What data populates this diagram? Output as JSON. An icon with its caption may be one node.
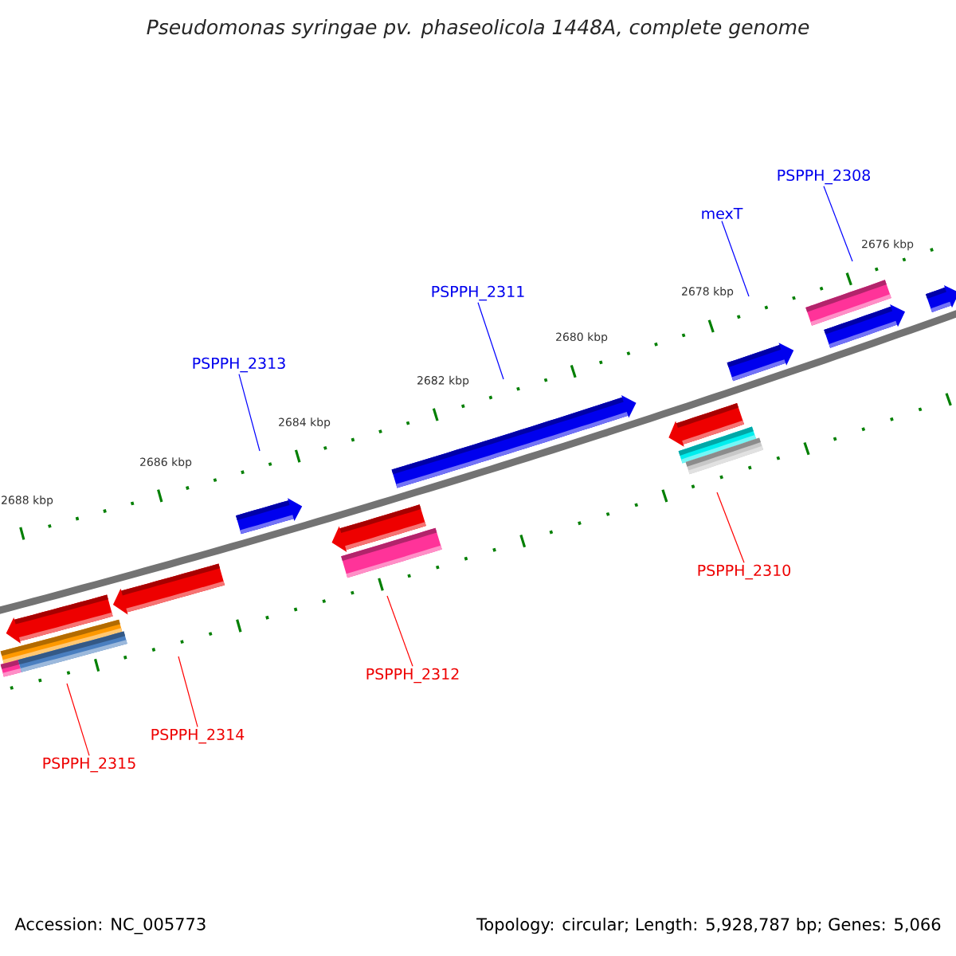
{
  "diagram": {
    "title": "Pseudomonas syringae pv. phaseolicola 1448A, complete genome",
    "nodes": [
      {
        "text": [
          "PSPPH_2308"
        ]
      },
      {
        "text": [
          "mexT"
        ]
      },
      {
        "text": [
          "PSPPH_2311"
        ]
      },
      {
        "text": [
          "PSPPH_2313"
        ]
      },
      {
        "text": [
          "PSPPH_2310"
        ]
      },
      {
        "text": [
          "PSPPH_2312"
        ]
      },
      {
        "text": [
          "PSPPH_2314"
        ]
      },
      {
        "text": [
          "PSPPH_2315"
        ]
      }
    ],
    "edges": [
      {
        "from": 0,
        "to": null,
        "arrow": "none",
        "color": "#0000ff"
      },
      {
        "from": 1,
        "to": null,
        "arrow": "none",
        "color": "#0000ff"
      },
      {
        "from": 2,
        "to": null,
        "arrow": "none",
        "color": "#0000ff"
      },
      {
        "from": 3,
        "to": null,
        "arrow": "none",
        "color": "#0000ff"
      },
      {
        "from": 4,
        "to": null,
        "arrow": "none",
        "color": "#ff0000"
      },
      {
        "from": 5,
        "to": null,
        "arrow": "none",
        "color": "#ff0000"
      },
      {
        "from": 6,
        "to": null,
        "arrow": "none",
        "color": "#ff0000"
      },
      {
        "from": 7,
        "to": null,
        "arrow": "none",
        "color": "#ff0000"
      }
    ],
    "labels": [
      "2676 kbp",
      "2678 kbp",
      "2680 kbp",
      "2682 kbp",
      "2684 kbp",
      "2686 kbp",
      "2688 kbp",
      "Accession: NC_005773",
      "Topology: circular; Length: 5,928,787 bp; Genes: 5,066"
    ]
  }
}
